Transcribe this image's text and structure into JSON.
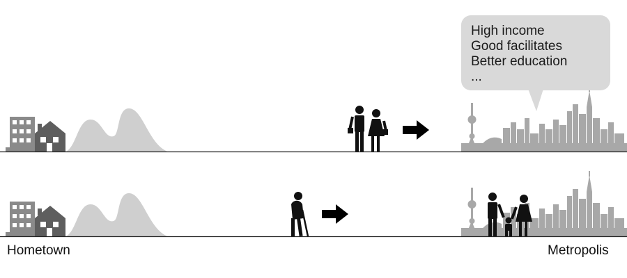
{
  "bubble": {
    "lines": [
      "High income",
      "Good facilitates",
      "Better education",
      "..."
    ]
  },
  "labels": {
    "hometown": "Hometown",
    "metropolis": "Metropolis"
  },
  "rows": [
    {
      "migrant": "young-couple",
      "destination_group": "none"
    },
    {
      "migrant": "elderly-person-with-cane",
      "destination_group": "family-with-child"
    }
  ],
  "colors": {
    "background": "#ffffff",
    "ground": "#222222",
    "buildings": "#8a8a8a",
    "house": "#5e5e5e",
    "hills": "#cfcfcf",
    "skyline": "#a8a8a8",
    "figures": "#111111",
    "arrow": "#000000",
    "bubble": "#d9d9d9"
  },
  "icons": [
    "apartment-building-icon",
    "house-icon",
    "hills-icon",
    "couple-icon",
    "elderly-person-icon",
    "arrow-right-icon",
    "city-skyline-icon",
    "family-icon",
    "speech-bubble-icon"
  ]
}
